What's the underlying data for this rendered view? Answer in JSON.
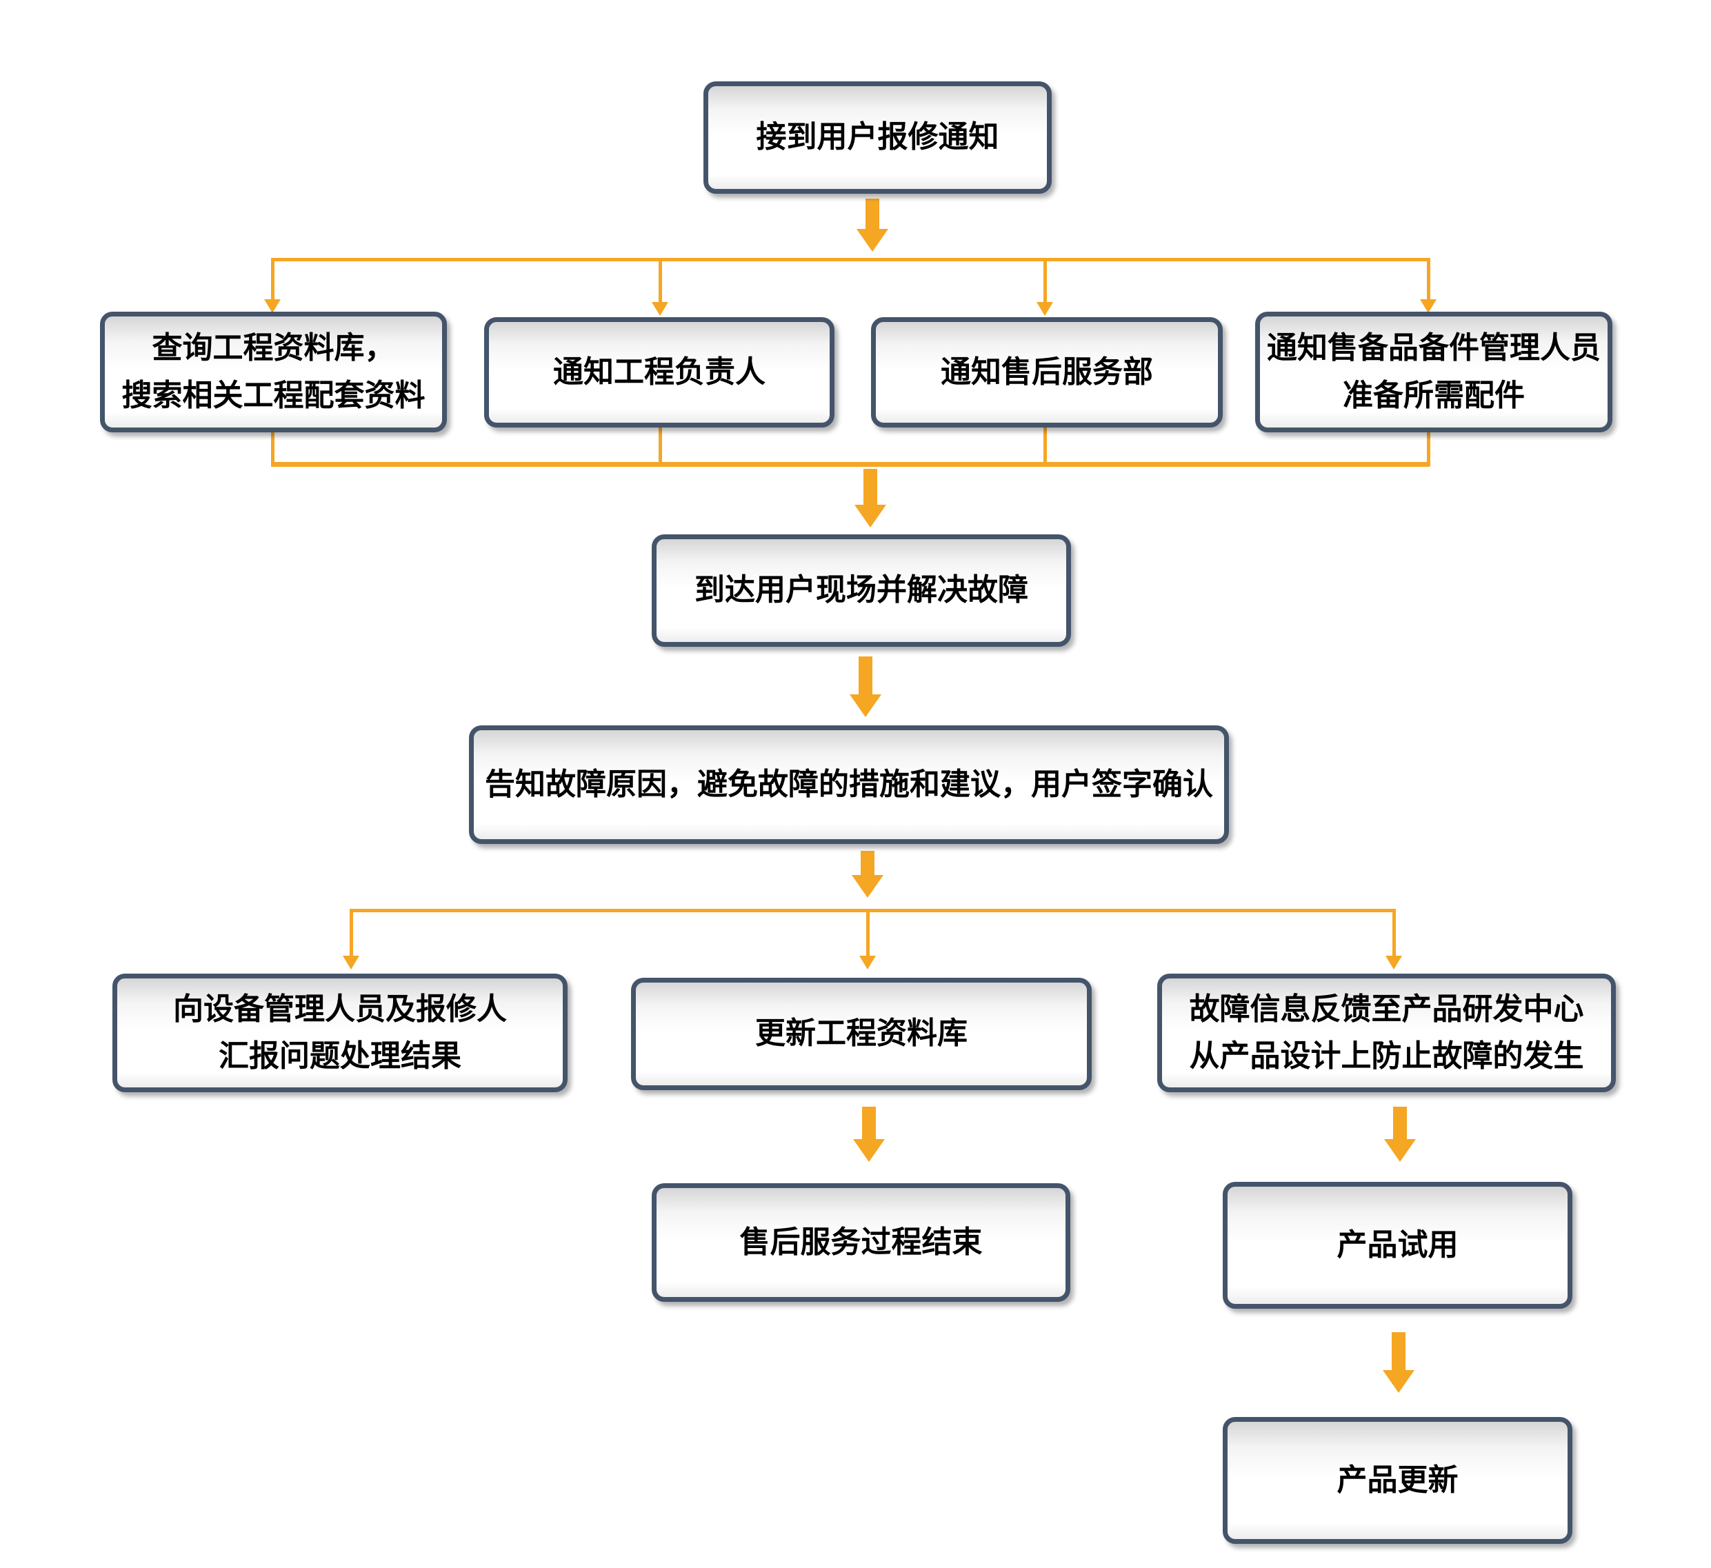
{
  "style": {
    "box_border_color": "#44546A",
    "box_fill_gradient_top": "#D6D6D6",
    "box_fill_gradient_bottom": "#FFFFFF",
    "arrow_color": "#F5A623",
    "text_color": "#000000",
    "background_color": "#FFFFFF"
  },
  "flowchart": {
    "nodes": {
      "receive_notice": {
        "label": "接到用户报修通知"
      },
      "query_database": {
        "line1": "查询工程资料库，",
        "line2": "搜索相关工程配套资料"
      },
      "notify_engineer": {
        "label": "通知工程负责人"
      },
      "notify_aftersales": {
        "label": "通知售后服务部"
      },
      "notify_spareparts": {
        "line1": "通知售备品备件管理人员",
        "line2": "准备所需配件"
      },
      "arrive_onsite": {
        "label": "到达用户现场并解决故障"
      },
      "inform_cause": {
        "label": "告知故障原因，避免故障的措施和建议，用户签字确认"
      },
      "report_result": {
        "line1": "向设备管理人员及报修人",
        "line2": "汇报问题处理结果"
      },
      "update_database": {
        "label": "更新工程资料库"
      },
      "feedback_rd": {
        "line1": "故障信息反馈至产品研发中心",
        "line2": "从产品设计上防止故障的发生"
      },
      "service_end": {
        "label": "售后服务过程结束"
      },
      "product_trial": {
        "label": "产品试用"
      },
      "product_update": {
        "label": "产品更新"
      }
    },
    "edges": [
      {
        "from": "receive_notice",
        "to": "query_database"
      },
      {
        "from": "receive_notice",
        "to": "notify_engineer"
      },
      {
        "from": "receive_notice",
        "to": "notify_aftersales"
      },
      {
        "from": "receive_notice",
        "to": "notify_spareparts"
      },
      {
        "from": "query_database",
        "to": "arrive_onsite"
      },
      {
        "from": "notify_engineer",
        "to": "arrive_onsite"
      },
      {
        "from": "notify_aftersales",
        "to": "arrive_onsite"
      },
      {
        "from": "notify_spareparts",
        "to": "arrive_onsite"
      },
      {
        "from": "arrive_onsite",
        "to": "inform_cause"
      },
      {
        "from": "inform_cause",
        "to": "report_result"
      },
      {
        "from": "inform_cause",
        "to": "update_database"
      },
      {
        "from": "inform_cause",
        "to": "feedback_rd"
      },
      {
        "from": "update_database",
        "to": "service_end"
      },
      {
        "from": "feedback_rd",
        "to": "product_trial"
      },
      {
        "from": "product_trial",
        "to": "product_update"
      }
    ]
  }
}
